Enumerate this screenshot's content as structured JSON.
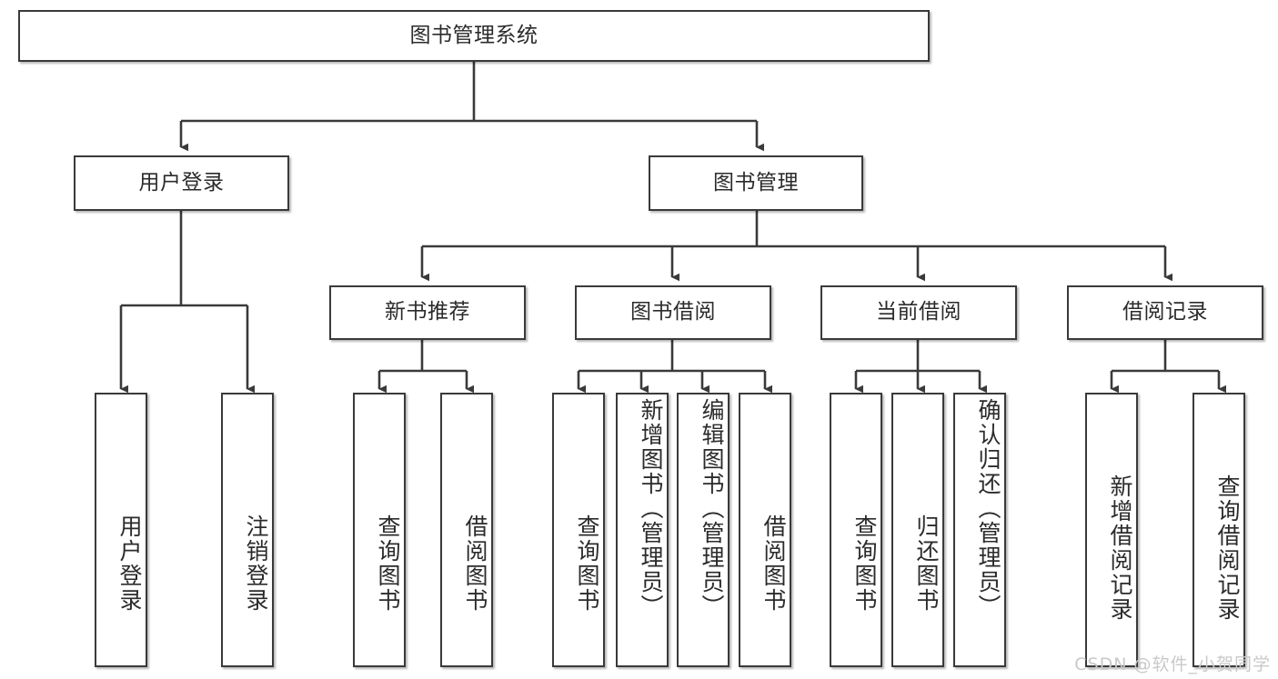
{
  "diagram": {
    "type": "tree",
    "title": "图书管理系统",
    "watermark": "CSDN @软件_小贺同学",
    "nodes": {
      "root": {
        "label": "图书管理系统"
      },
      "user_login": {
        "label": "用户登录"
      },
      "book_manage": {
        "label": "图书管理"
      },
      "new_book_rec": {
        "label": "新书推荐"
      },
      "book_borrow": {
        "label": "图书借阅"
      },
      "current_borrow": {
        "label": "当前借阅"
      },
      "borrow_record": {
        "label": "借阅记录"
      },
      "leaf_user_login": {
        "label": "用户登录"
      },
      "leaf_user_logout": {
        "label": "注销登录"
      },
      "leaf_query_book_1": {
        "label": "查询图书"
      },
      "leaf_borrow_book_1": {
        "label": "借阅图书"
      },
      "leaf_query_book_2": {
        "label": "查询图书"
      },
      "leaf_add_book_admin": {
        "label": "新增图书（管理员）"
      },
      "leaf_edit_book_admin": {
        "label": "编辑图书（管理员）"
      },
      "leaf_borrow_book_2": {
        "label": "借阅图书"
      },
      "leaf_query_book_3": {
        "label": "查询图书"
      },
      "leaf_return_book": {
        "label": "归还图书"
      },
      "leaf_confirm_return_admin": {
        "label": "确认归还（管理员）"
      },
      "leaf_add_record": {
        "label": "新增借阅记录"
      },
      "leaf_query_record": {
        "label": "查询借阅记录"
      }
    },
    "edges": [
      {
        "from": "root",
        "to": "user_login"
      },
      {
        "from": "root",
        "to": "book_manage"
      },
      {
        "from": "user_login",
        "to": "leaf_user_login"
      },
      {
        "from": "user_login",
        "to": "leaf_user_logout"
      },
      {
        "from": "book_manage",
        "to": "new_book_rec"
      },
      {
        "from": "book_manage",
        "to": "book_borrow"
      },
      {
        "from": "book_manage",
        "to": "current_borrow"
      },
      {
        "from": "book_manage",
        "to": "borrow_record"
      },
      {
        "from": "new_book_rec",
        "to": "leaf_query_book_1"
      },
      {
        "from": "new_book_rec",
        "to": "leaf_borrow_book_1"
      },
      {
        "from": "book_borrow",
        "to": "leaf_query_book_2"
      },
      {
        "from": "book_borrow",
        "to": "leaf_add_book_admin"
      },
      {
        "from": "book_borrow",
        "to": "leaf_edit_book_admin"
      },
      {
        "from": "book_borrow",
        "to": "leaf_borrow_book_2"
      },
      {
        "from": "current_borrow",
        "to": "leaf_query_book_3"
      },
      {
        "from": "current_borrow",
        "to": "leaf_return_book"
      },
      {
        "from": "current_borrow",
        "to": "leaf_confirm_return_admin"
      },
      {
        "from": "borrow_record",
        "to": "leaf_add_record"
      },
      {
        "from": "borrow_record",
        "to": "leaf_query_record"
      }
    ],
    "colors": {
      "border": "#3a3a3a",
      "fill": "#ffffff",
      "text": "#2b2b2b",
      "edge": "#3a3a3a",
      "watermark": "#c9c9c9"
    }
  }
}
